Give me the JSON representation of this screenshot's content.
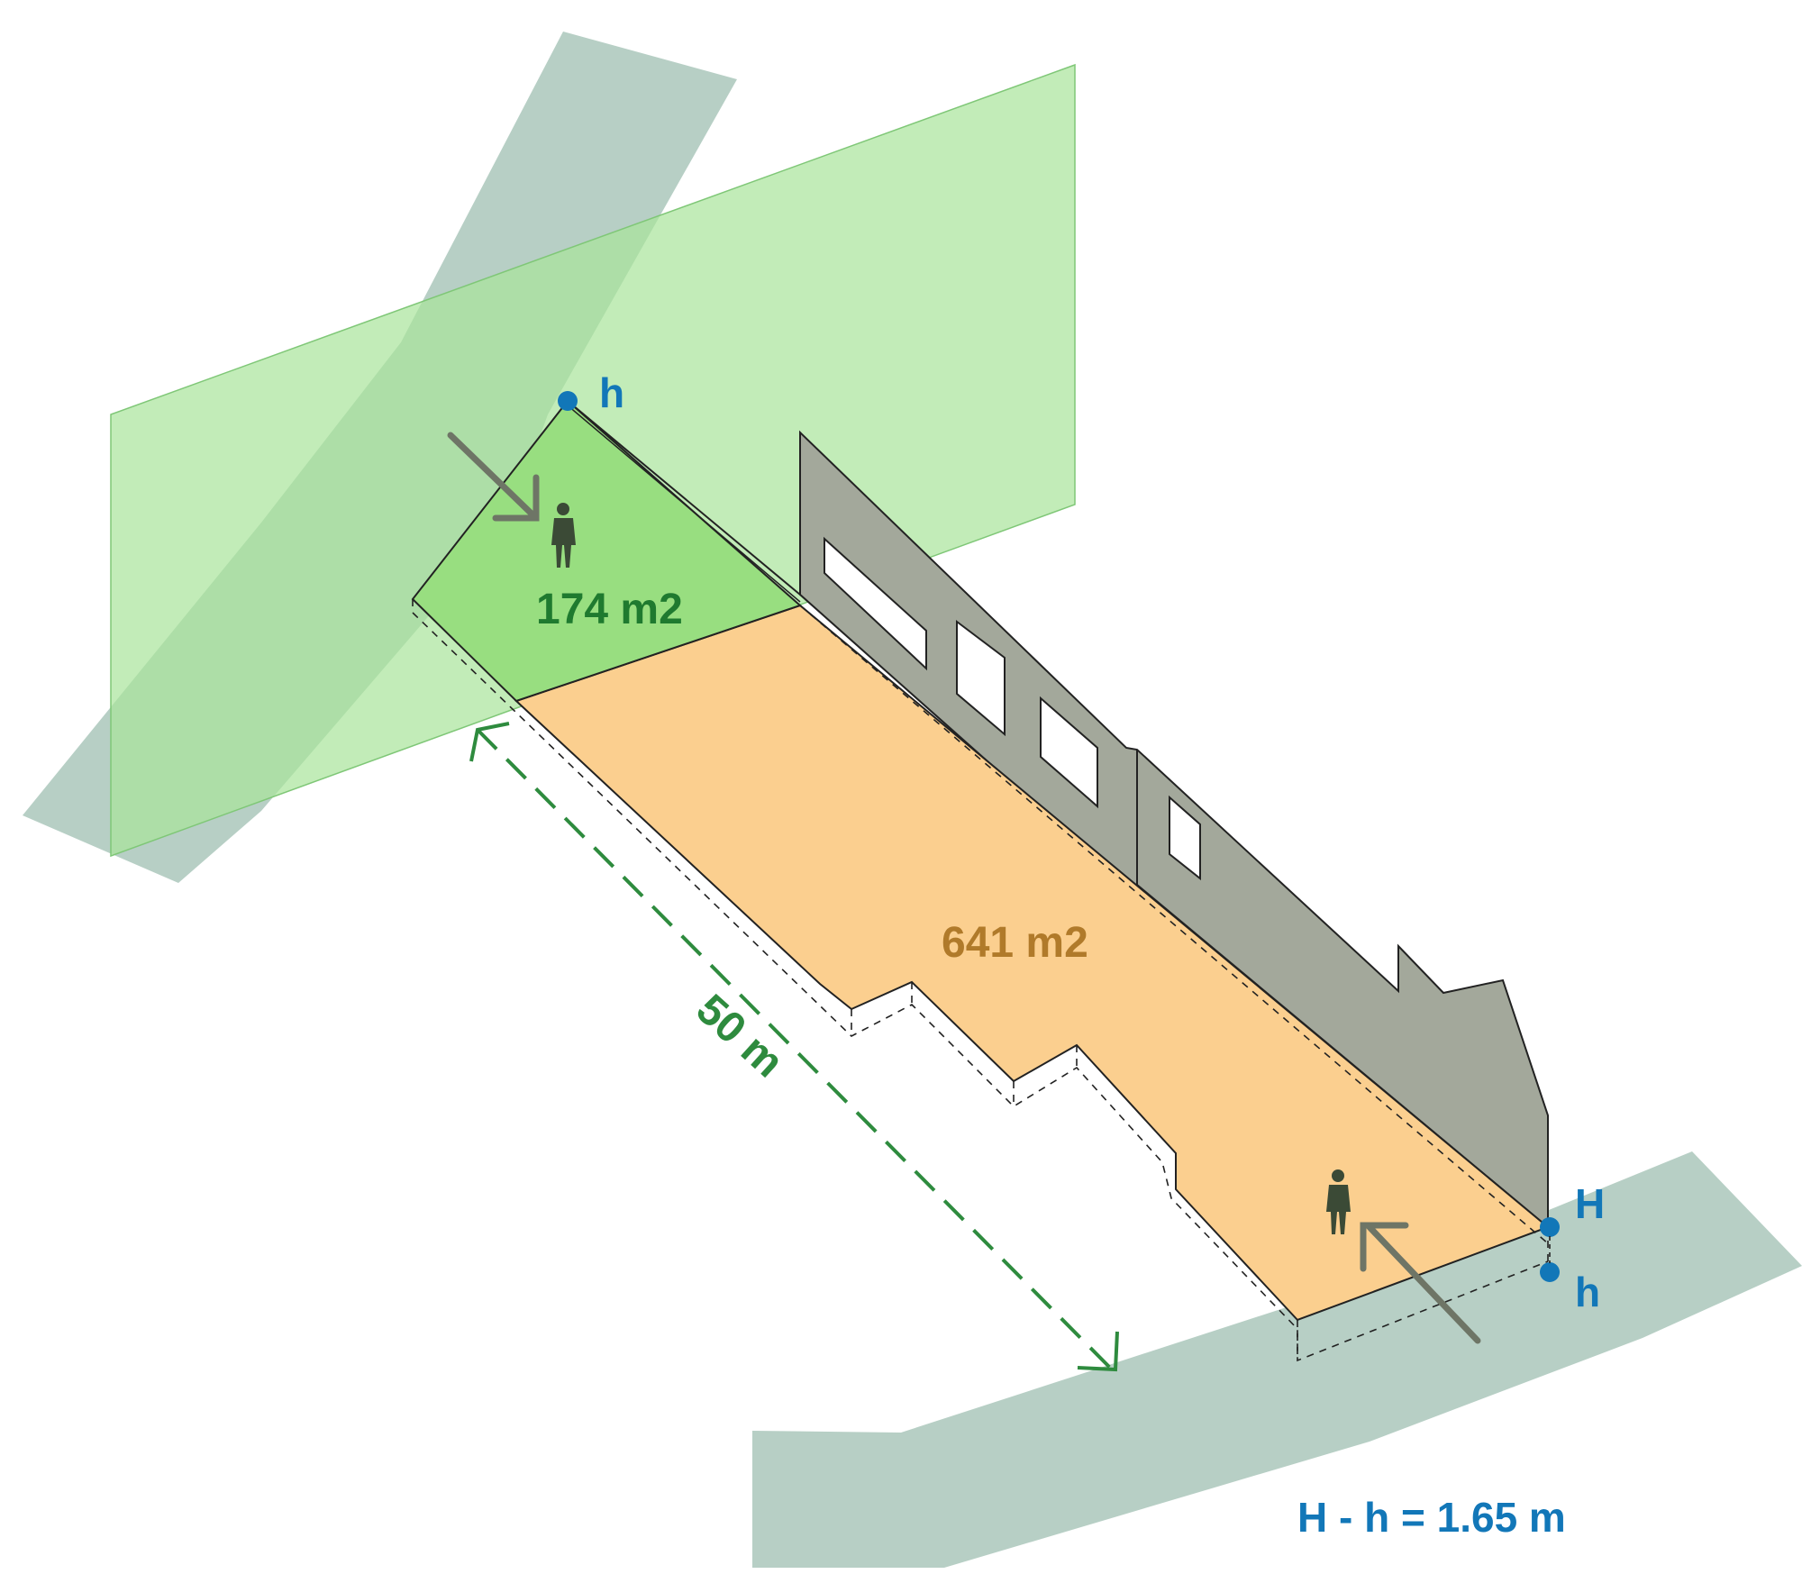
{
  "labels": {
    "upper_area": "174 m2",
    "lower_area": "641 m2",
    "length": "50 m",
    "point_top": "h",
    "point_H": "H",
    "point_bottom": "h",
    "height_diff": "H - h = 1.65 m"
  },
  "colors": {
    "green_zone": "#a8e49a",
    "upper_area_fill": "#98de80",
    "lower_area_fill": "#fbcf8f",
    "street": "#9fbfb1",
    "wall": "#a3a89b",
    "point": "#1277b8",
    "point_text": "#1277b8",
    "upper_area_text": "#1f7a2f",
    "lower_area_text": "#b07a2a",
    "dimension": "#2e8b3e",
    "arrow": "#6e7566"
  },
  "icons": [
    "person-icon",
    "arrow-icon",
    "point-marker-icon"
  ]
}
